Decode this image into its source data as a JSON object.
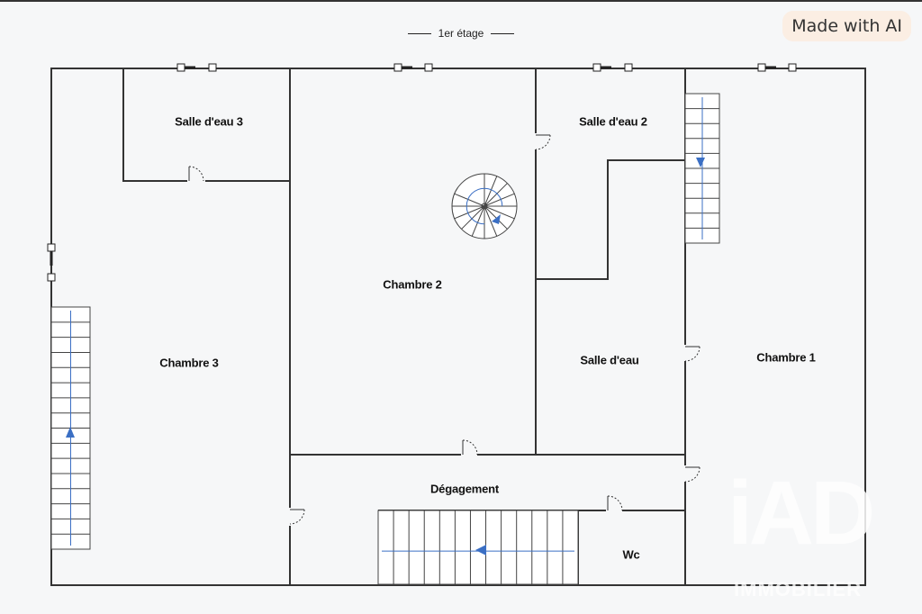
{
  "floor": {
    "label": "1er étage"
  },
  "badge": {
    "label": "Made with AI"
  },
  "watermark": {
    "logo": "iAD",
    "sub": "IMMOBILIER"
  },
  "rooms": {
    "salle_eau_3": "Salle d'eau 3",
    "chambre_2": "Chambre 2",
    "salle_eau_2": "Salle d'eau 2",
    "chambre_3": "Chambre 3",
    "salle_eau": "Salle d'eau",
    "chambre_1": "Chambre 1",
    "degagement": "Dégagement",
    "wc": "Wc"
  },
  "colors": {
    "wall": "#333333",
    "arrow": "#3b6fc4",
    "background": "#f6f7f8"
  }
}
